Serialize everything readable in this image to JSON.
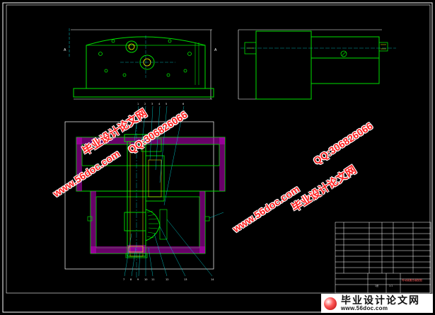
{
  "drawing": {
    "colors": {
      "background": "#000000",
      "outline": "#ffffff",
      "green": "#00e000",
      "frame": "#ffffff",
      "hatch": "#c000c0",
      "detail_yellow": "#ffff00",
      "cyan": "#00d0d0"
    },
    "section_marks": [
      "A",
      "A"
    ],
    "part_numbers": [
      "1",
      "2",
      "3",
      "4",
      "5",
      "6",
      "7",
      "8",
      "9",
      "10",
      "11",
      "12",
      "13",
      "14"
    ]
  },
  "watermarks": [
    {
      "text": "毕业设计论文网"
    },
    {
      "text": "QQ:306826066"
    },
    {
      "text": "www.56doc.com"
    },
    {
      "text": "QQ:306826066"
    },
    {
      "text": "www.56doc.com"
    },
    {
      "text": "毕业设计论文网"
    }
  ],
  "title_block": {
    "title": "传动装置总装配图",
    "scale": "1:1",
    "sheet": "1张"
  },
  "footer_logo": {
    "title": "毕业设计论文网",
    "url": "www.56doc.com"
  }
}
